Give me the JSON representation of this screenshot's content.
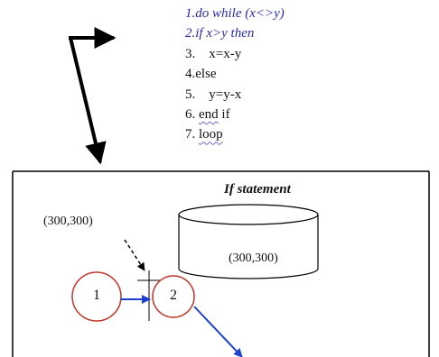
{
  "code_lines": [
    {
      "text": "1.do while (x<>y)",
      "style": "keyword"
    },
    {
      "text": "2.if x>y then",
      "style": "keyword"
    },
    {
      "text": "3.    x=x-y",
      "style": "plain"
    },
    {
      "text": "4.else",
      "style": "plain"
    },
    {
      "text": "5.    y=y-x",
      "style": "plain"
    },
    {
      "text": "6. ",
      "underlined": "end",
      "rest": " if",
      "style": "squiggle"
    },
    {
      "text": "7. ",
      "underlined": "loop",
      "rest": "",
      "style": "squiggle"
    }
  ],
  "panel": {
    "title": "If statement",
    "cylinder_label": "(300,300)",
    "pointer_label": "(300,300)"
  },
  "nodes": [
    {
      "id": "1",
      "label": "1"
    },
    {
      "id": "2",
      "label": "2"
    }
  ],
  "colors": {
    "keyword_text": "#2b2bb5",
    "node_stroke": "#c0392b",
    "edge_arrow": "#1f3fd0",
    "frame": "#000000"
  }
}
